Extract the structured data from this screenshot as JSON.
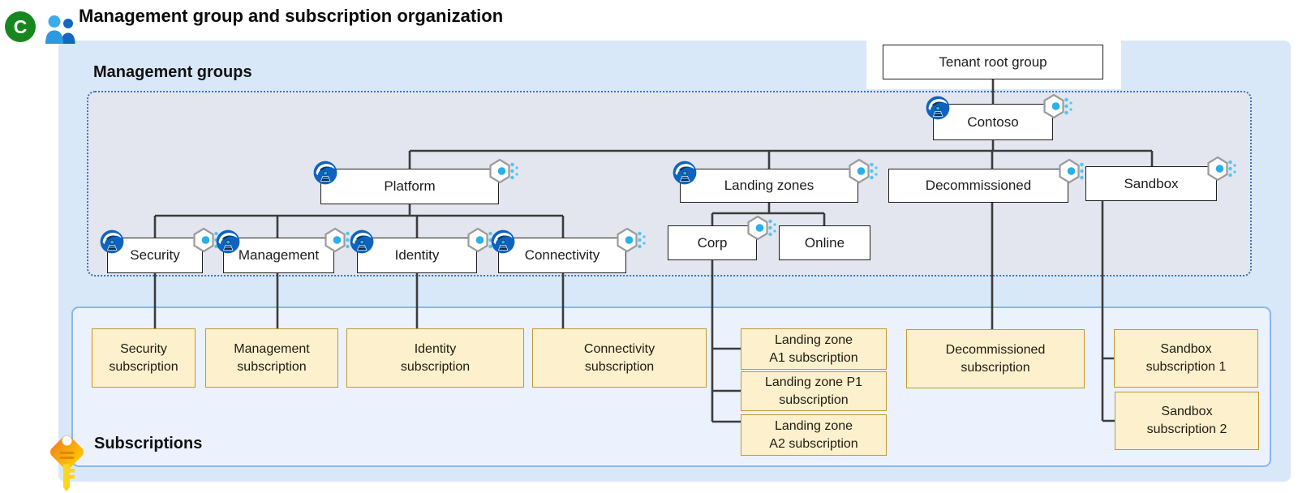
{
  "header": {
    "badge": "C",
    "title": "Management group and subscription organization"
  },
  "sections": {
    "management_groups": "Management groups",
    "subscriptions": "Subscriptions"
  },
  "nodes": {
    "tenant_root": "Tenant root group",
    "contoso": "Contoso",
    "platform": "Platform",
    "landing_zones": "Landing zones",
    "decommissioned": "Decommissioned",
    "sandbox": "Sandbox",
    "security": "Security",
    "management": "Management",
    "identity": "Identity",
    "connectivity": "Connectivity",
    "corp": "Corp",
    "online": "Online"
  },
  "sub_boxes": {
    "security": "Security\nsubscription",
    "management": "Management\nsubscription",
    "identity": "Identity\nsubscription",
    "connectivity": "Connectivity\nsubscription",
    "lz_a1": "Landing zone\nA1 subscription",
    "lz_p1": "Landing zone P1\nsubscription",
    "lz_a2": "Landing zone\nA2 subscription",
    "decommissioned": "Decommissioned\nsubscription",
    "sandbox1": "Sandbox\nsubscription 1",
    "sandbox2": "Sandbox\nsubscription 2"
  },
  "icons": {
    "badge": "letter-badge-c",
    "people": "people-icon",
    "management_group": "management-group-icon",
    "policy": "policy-hexagon-icon",
    "key": "subscription-key-icon"
  },
  "colors": {
    "outer_bg": "#d9e8f8",
    "mg_panel_bg": "#e3e6ee",
    "mg_panel_border": "#3374c9",
    "subs_panel_bg": "#ebf2fd",
    "subs_panel_border": "#8ab6ec",
    "node_border": "#1f1f1f",
    "sub_box_bg": "#fdf0cd",
    "sub_box_border": "#c09a2e",
    "connector": "#3c3c3c",
    "badge_green": "#16871f",
    "icon_blue": "#0f63c0",
    "icon_cyan": "#2bb3ea",
    "key_gold": "#f6a21d"
  }
}
